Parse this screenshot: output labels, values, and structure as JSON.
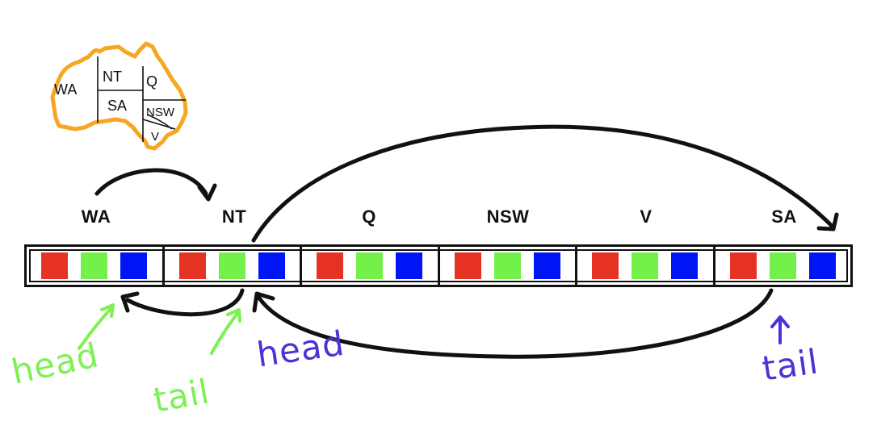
{
  "map": {
    "outline_color": "#f5a623",
    "labels": {
      "wa": "WA",
      "nt": "NT",
      "q": "Q",
      "sa": "SA",
      "nsw": "NSW",
      "v": "V"
    }
  },
  "states": [
    {
      "name": "WA"
    },
    {
      "name": "NT"
    },
    {
      "name": "Q"
    },
    {
      "name": "NSW"
    },
    {
      "name": "V"
    },
    {
      "name": "SA"
    }
  ],
  "domain_colors": [
    "#e53223",
    "#74f04a",
    "#0015f5"
  ],
  "annotations": {
    "green_head": "head",
    "green_tail": "tail",
    "blue_head": "head",
    "blue_tail": "tail",
    "green_color": "#7ef054",
    "blue_color": "#4a32d6"
  }
}
